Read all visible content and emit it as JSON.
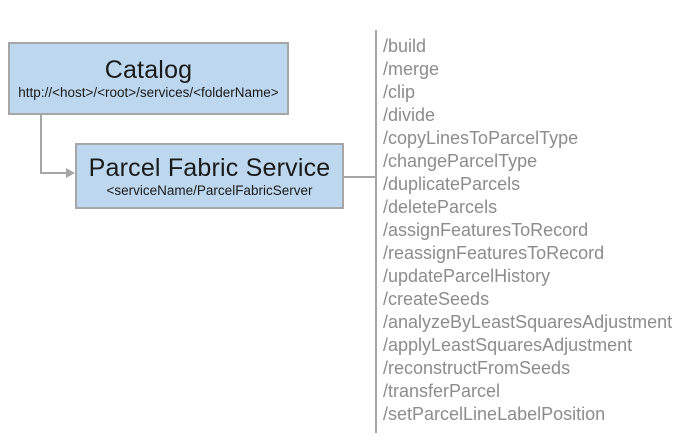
{
  "diagram": {
    "catalog_box": {
      "title": "Catalog",
      "subtitle": "http://<host>/<root>/services/<folderName>"
    },
    "service_box": {
      "title": "Parcel Fabric Service",
      "subtitle": "<serviceName/ParcelFabricServer"
    },
    "endpoints": {
      "items": [
        "/build",
        "/merge",
        "/clip",
        "/divide",
        "/copyLinesToParcelType",
        "/changeParcelType",
        "/duplicateParcels",
        "/deleteParcels",
        "/assignFeaturesToRecord",
        "/reassignFeaturesToRecord",
        "/updateParcelHistory",
        "/createSeeds",
        "/analyzeByLeastSquaresAdjustment",
        "/applyLeastSquaresAdjustment",
        "/reconstructFromSeeds",
        "/transferParcel",
        "/setParcelLineLabelPosition"
      ]
    }
  },
  "colors": {
    "box_fill": "#bdd7ee",
    "box_border": "#a6a6a6",
    "connector": "#a6a6a6",
    "list_text": "#8c8c8c",
    "title_text": "#1a1a1a"
  }
}
